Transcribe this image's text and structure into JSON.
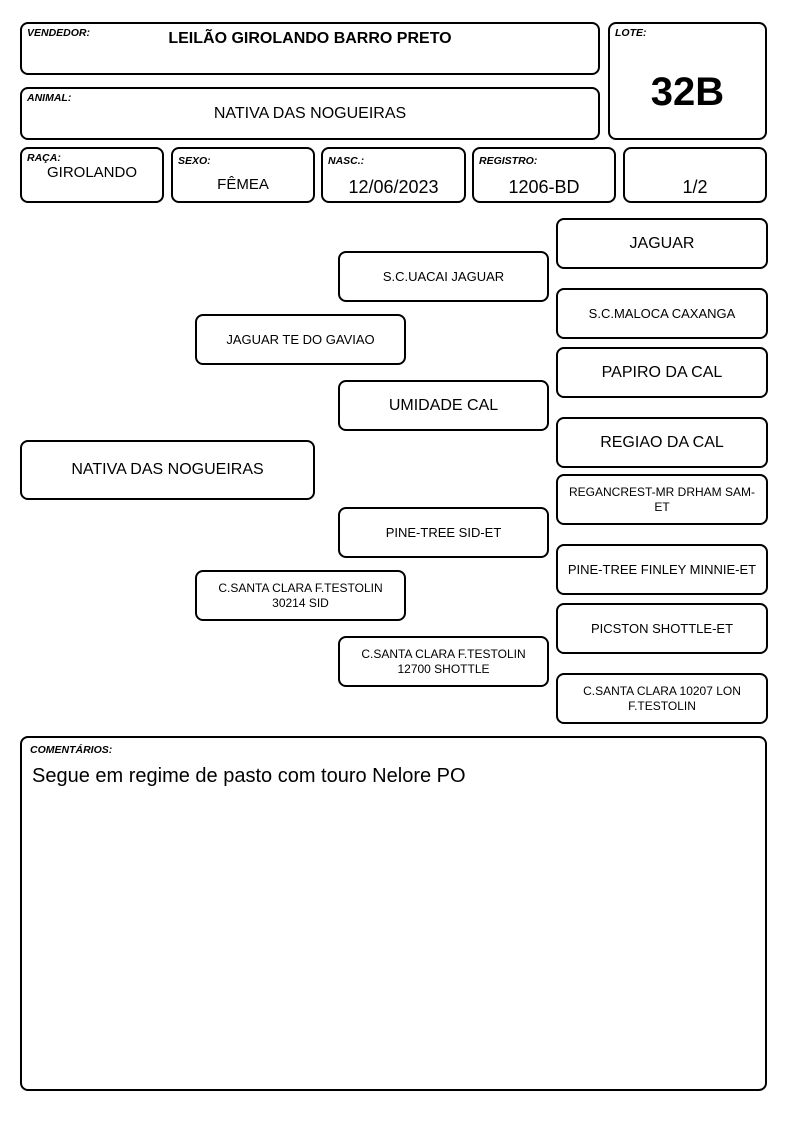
{
  "header": {
    "vendedor_label": "VENDEDOR:",
    "vendedor": "LEILÃO GIROLANDO BARRO PRETO",
    "animal_label": "ANIMAL:",
    "animal": "NATIVA DAS NOGUEIRAS",
    "lote_label": "LOTE:",
    "lote": "32B"
  },
  "info": {
    "raca_label": "RAÇA:",
    "raca": "GIROLANDO",
    "sexo_label": "SEXO:",
    "sexo": "FÊMEA",
    "nasc_label": "NASC.:",
    "nasc": "12/06/2023",
    "registro_label": "REGISTRO:",
    "registro": "1206-BD",
    "grau": "1/2"
  },
  "pedigree": {
    "animal": "NATIVA DAS NOGUEIRAS",
    "pai": "JAGUAR TE DO GAVIAO",
    "mae": "C.SANTA CLARA F.TESTOLIN 30214 SID",
    "avo_pat_pai": "S.C.UACAI JAGUAR",
    "avo_pat_mae": "UMIDADE CAL",
    "avo_mat_pai": "PINE-TREE SID-ET",
    "avo_mat_mae": "C.SANTA CLARA F.TESTOLIN 12700 SHOTTLE",
    "bisavos": [
      "JAGUAR",
      "S.C.MALOCA CAXANGA",
      "PAPIRO DA CAL",
      "REGIAO DA CAL",
      "REGANCREST-MR DRHAM SAM-ET",
      "PINE-TREE FINLEY MINNIE-ET",
      "PICSTON SHOTTLE-ET",
      "C.SANTA CLARA 10207 LON F.TESTOLIN"
    ]
  },
  "comments": {
    "label": "COMENTÁRIOS:",
    "text": "Segue em regime de pasto com touro Nelore PO"
  }
}
